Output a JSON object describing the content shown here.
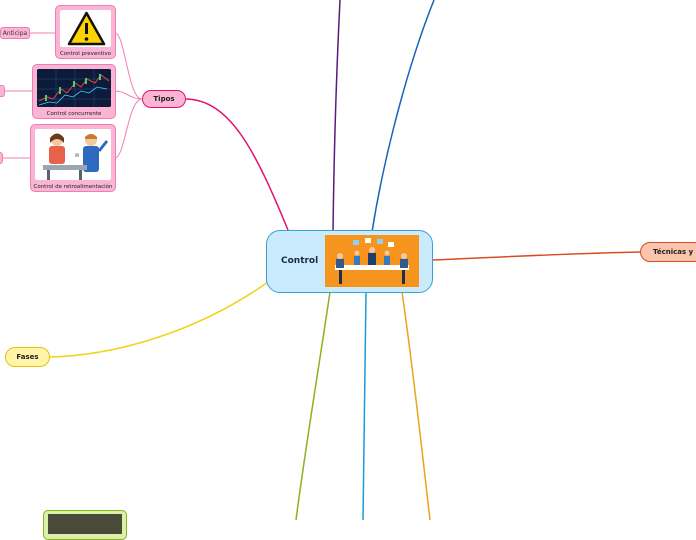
{
  "central": {
    "label": "Control",
    "colors": {
      "fill": "#c9ebfb",
      "border": "#3d9fd8"
    },
    "image": "team-meeting-illustration"
  },
  "branches": {
    "tipos": {
      "label": "Tipos",
      "color": "#e3106f",
      "fill": "#f9b5d3"
    },
    "fases": {
      "label": "Fases",
      "color": "#f0d21a",
      "fill": "#fff4a8"
    },
    "tecnicas": {
      "label": "Técnicas y",
      "color": "#d64d22",
      "fill": "#fbc4ad"
    }
  },
  "tipos_children": [
    {
      "caption": "Control preventivo",
      "side_label": "Anticipa",
      "image": "warning-icon"
    },
    {
      "caption": "Control concurrente",
      "side_label": "",
      "image": "stock-chart-image"
    },
    {
      "caption": "Control de retroalimentación",
      "side_label": "",
      "image": "office-workers-clipart"
    }
  ],
  "colors": {
    "purple_branch": "#5b1a7a",
    "blue_branch": "#1a63b8",
    "green_branch": "#8ab21f",
    "cyan_branch": "#1d9bd6",
    "orange_branch": "#f0a01a"
  }
}
